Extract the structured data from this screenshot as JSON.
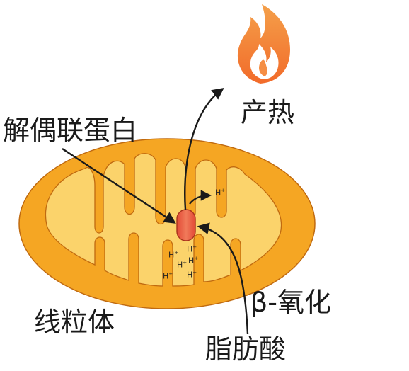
{
  "labels": {
    "heat": "产热",
    "ucp": "解偶联蛋白",
    "mitochondria": "线粒体",
    "beta_oxidation": "β-氧化",
    "fatty_acid": "脂肪酸"
  },
  "ion": {
    "symbol": "H",
    "charge": "+"
  },
  "colors": {
    "outer_membrane": "#F5A623",
    "inner_matrix": "#FBD36B",
    "outline": "#C06A10",
    "protein": "#E8553A",
    "flame_outer": "#F0622A",
    "flame_inner": "#F8A24A",
    "arrow": "#1a1a1a"
  }
}
